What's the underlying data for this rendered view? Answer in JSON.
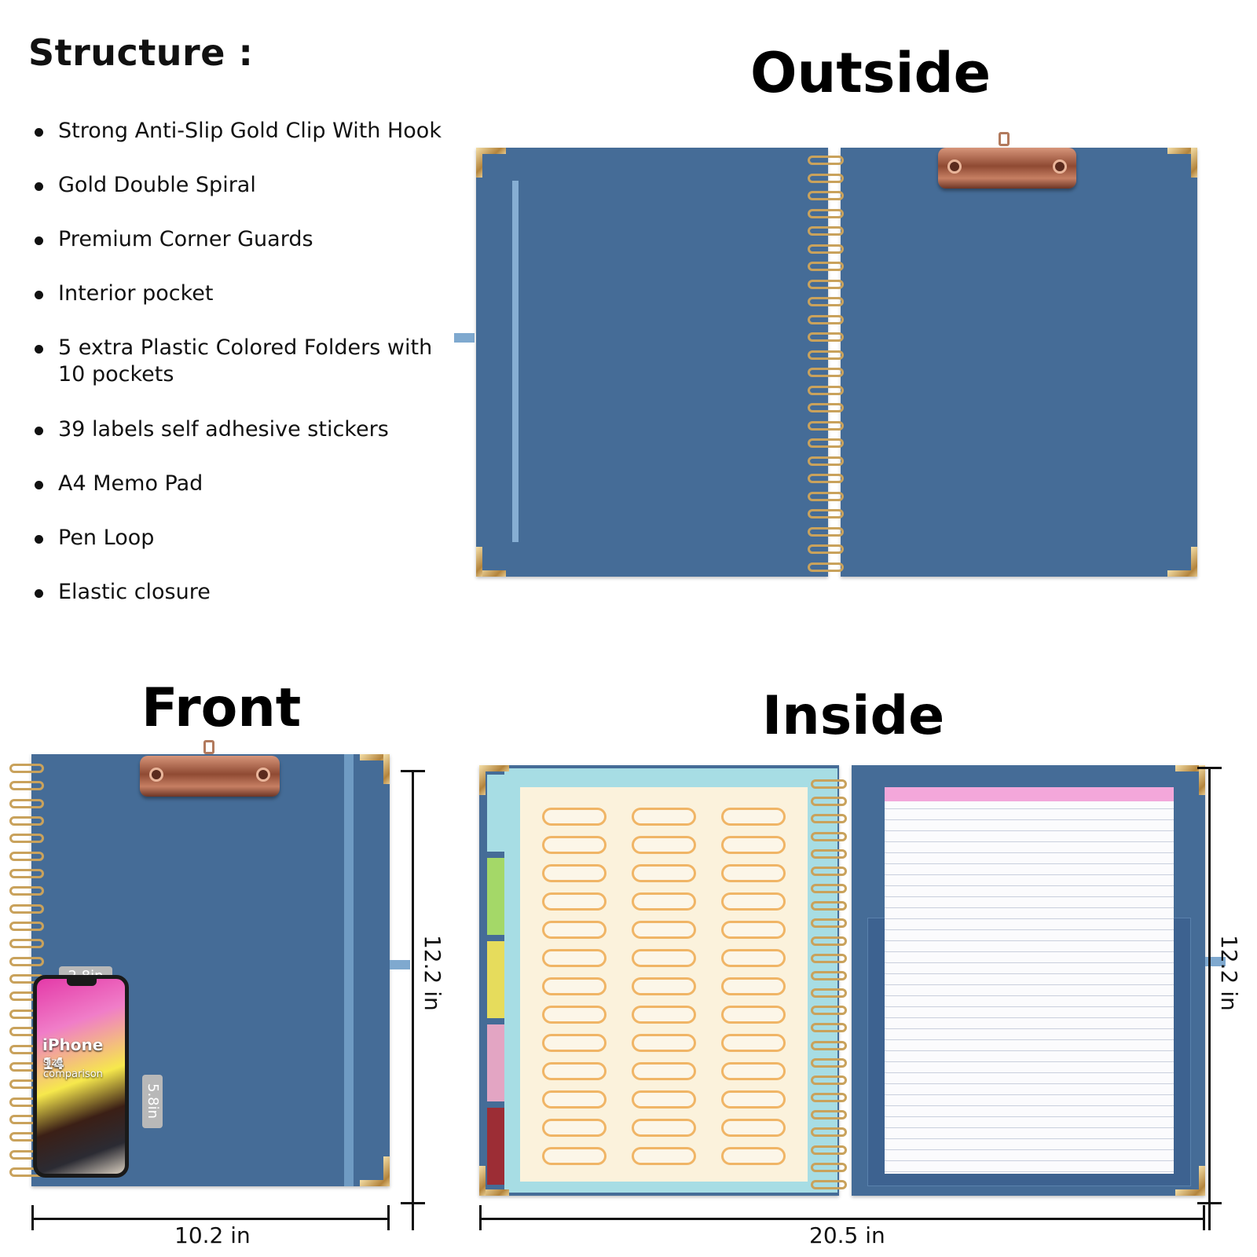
{
  "structure": {
    "title": "Structure :",
    "features": [
      "Strong Anti-Slip Gold Clip With Hook",
      "Gold Double Spiral",
      "Premium Corner Guards",
      "Interior pocket",
      "5 extra Plastic Colored Folders with 10 pockets",
      "39 labels self adhesive stickers",
      "A4 Memo Pad",
      "Pen Loop",
      "Elastic closure"
    ]
  },
  "sections": {
    "outside": "Outside",
    "front": "Front",
    "inside": "Inside"
  },
  "dimensions": {
    "front_width": "10.2 in",
    "front_height": "12.2 in",
    "inside_width": "20.5 in",
    "inside_height": "12.2 in"
  },
  "phone": {
    "name": "iPhone 14",
    "caption": "size comparison",
    "width": "2.8in",
    "height": "5.8in"
  },
  "colors": {
    "cover": "#456c97",
    "gold": "#c9a25c",
    "rose_gold_clip": "#a85d42",
    "elastic": "#6f9bc3",
    "tab_colors": [
      "#a7dde4",
      "#a4d868",
      "#e6dc5c",
      "#e3a5c3",
      "#9c2d35"
    ],
    "memo_header": "#f3a7da"
  }
}
